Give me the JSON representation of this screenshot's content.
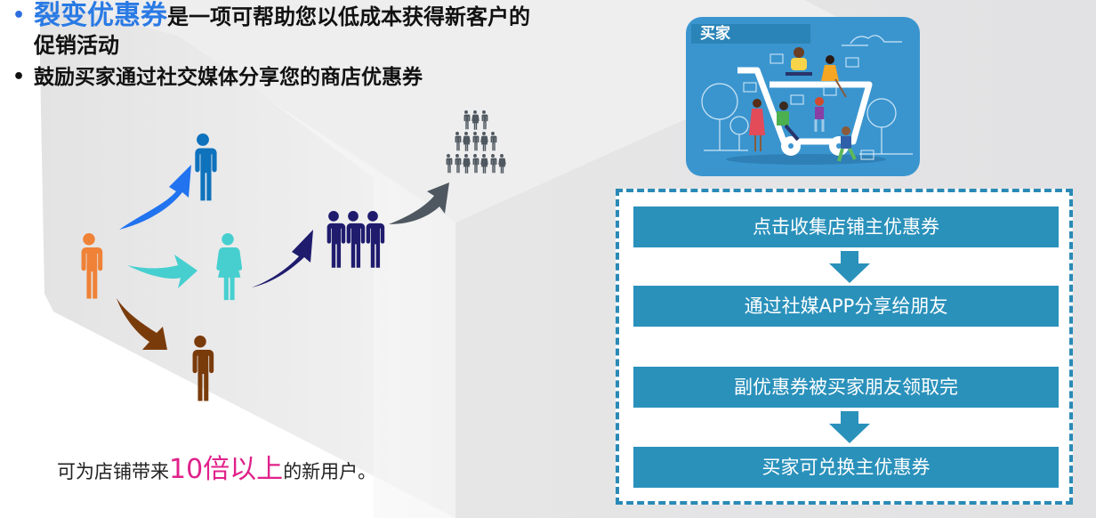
{
  "bullets": [
    {
      "highlight": "裂变优惠券",
      "text": "是一项可帮助您以低成本获得新客户的",
      "continuation": "促销活动"
    },
    {
      "text": "鼓励买家通过社交媒体分享您的商店优惠券"
    }
  ],
  "tagline": {
    "prefix": "可为店铺带来",
    "highlight": "10倍以上",
    "suffix": "的新用户。"
  },
  "buyer_card": {
    "label": "买家",
    "illustration": "shopping-cart-people-illustration"
  },
  "flow": {
    "steps": [
      "点击收集店铺主优惠券",
      "通过社媒APP分享给朋友",
      "副优惠券被买家朋友领取完",
      "买家可兑换主优惠券"
    ]
  },
  "icons": {
    "origin_person": "person-icon",
    "referral_people": [
      "person-male-icon",
      "person-female-icon",
      "person-male-icon"
    ],
    "group": "group-of-three-icon",
    "crowd": "crowd-pyramid-icon"
  },
  "colors": {
    "highlight_blue": "#2a7ae4",
    "highlight_pink": "#e0218a",
    "origin_orange": "#ef8236",
    "person_blue": "#0e72bd",
    "person_teal": "#47cfd0",
    "person_brown": "#7a3b0b",
    "group_navy": "#1f1c6e",
    "crowd_gray": "#4f5860",
    "step_fill": "#2a91bb",
    "dash_border": "#2a8ab6",
    "card_blue": "#3a95cf"
  }
}
